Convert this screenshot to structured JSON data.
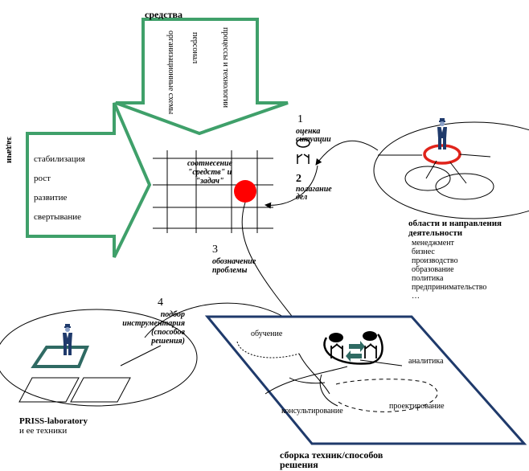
{
  "means": {
    "title": "средства",
    "items": [
      "организационные схемы",
      "персонал",
      "процессы и технологии"
    ]
  },
  "tasks": {
    "title": "задачи",
    "items": [
      "стабилизация",
      "рост",
      "развитие",
      "свертывание"
    ]
  },
  "matrix": {
    "label_line1": "соотнесение",
    "label_line2": "\"средств\" и",
    "label_line3": "\"задач\""
  },
  "steps": [
    {
      "num": "1",
      "line1": "оценка",
      "line2": "ситуации"
    },
    {
      "num": "2",
      "line1": "полагание",
      "line2": "дел"
    },
    {
      "num": "3",
      "line1": "обозначение",
      "line2": "проблемы"
    },
    {
      "num": "4",
      "line1": "подбор",
      "line2": "инструментария",
      "line3": "(способов",
      "line4": "решения)"
    }
  ],
  "areas": {
    "title_line1": "области и направления",
    "title_line2": "деятельности",
    "items": [
      "менеджмент",
      "бизнес",
      "производство",
      "образование",
      "политика",
      "предпринимательство",
      "…"
    ]
  },
  "lab": {
    "title": "PRISS-laboratory",
    "subtitle": "и ее техники"
  },
  "assembly": {
    "caption_line1": "сборка техник/способов",
    "caption_line2": "решения",
    "labels": {
      "training": "обучение",
      "analytics": "аналитика",
      "consulting": "консультирование",
      "design": "проектирование"
    }
  },
  "colors": {
    "arrow_green": "#3fa06a",
    "red_dot": "#ff0000",
    "ring_red": "#e0241b",
    "teal": "#2f6a63",
    "figure_navy": "#1f3a6b"
  }
}
